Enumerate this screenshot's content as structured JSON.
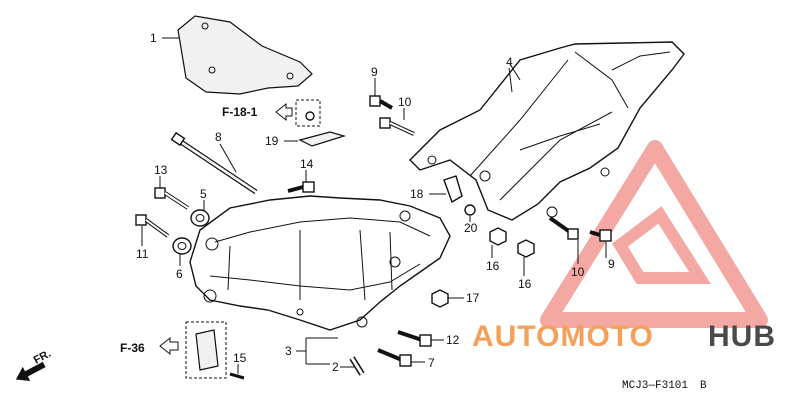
{
  "callouts": {
    "c1": "1",
    "c2": "2",
    "c3": "3",
    "c4": "4",
    "c5": "5",
    "c6": "6",
    "c7": "7",
    "c8": "8",
    "c9a": "9",
    "c9b": "9",
    "c10a": "10",
    "c10b": "10",
    "c11": "11",
    "c12": "12",
    "c13": "13",
    "c14": "14",
    "c15": "15",
    "c16a": "16",
    "c16b": "16",
    "c17": "17",
    "c18": "18",
    "c19": "19",
    "c20": "20"
  },
  "refs": {
    "f18": "F-18-1",
    "f36": "F-36"
  },
  "front_label": "FR.",
  "diagram_code": "MCJ3—F3101",
  "diagram_code_suffix": "B",
  "watermark": {
    "part1": "AUTOMOTO",
    "part2": "HUB",
    "accent": "#f5a05a",
    "dark": "#4a4a4a"
  }
}
